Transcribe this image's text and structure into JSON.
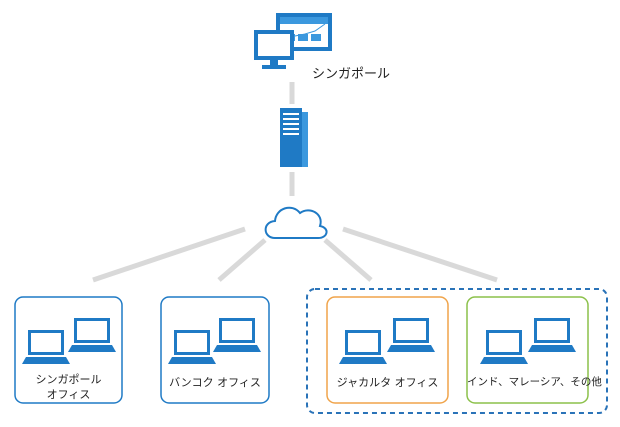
{
  "colors": {
    "blue": "#1f7ac5",
    "light_blue": "#3b98de",
    "line_gray": "#d9d9d9",
    "orange": "#f0a44a",
    "green": "#8cc14a",
    "dash_blue": "#2a73b8"
  },
  "hq": {
    "label": "シンガポール",
    "icon": "desktop-monitors-icon"
  },
  "server": {
    "icon": "server-tower-icon"
  },
  "cloud": {
    "icon": "cloud-icon"
  },
  "offices": [
    {
      "label_line1": "シンガポール",
      "label_line2": "オフィス",
      "icon": "laptops-icon"
    },
    {
      "label_line1": "バンコク オフィス",
      "label_line2": "",
      "icon": "laptops-icon"
    },
    {
      "label_line1": "ジャカルタ オフィス",
      "label_line2": "",
      "icon": "laptops-icon"
    },
    {
      "label_line1": "インド、マレーシア、その他",
      "label_line2": "",
      "icon": "laptops-icon"
    }
  ]
}
